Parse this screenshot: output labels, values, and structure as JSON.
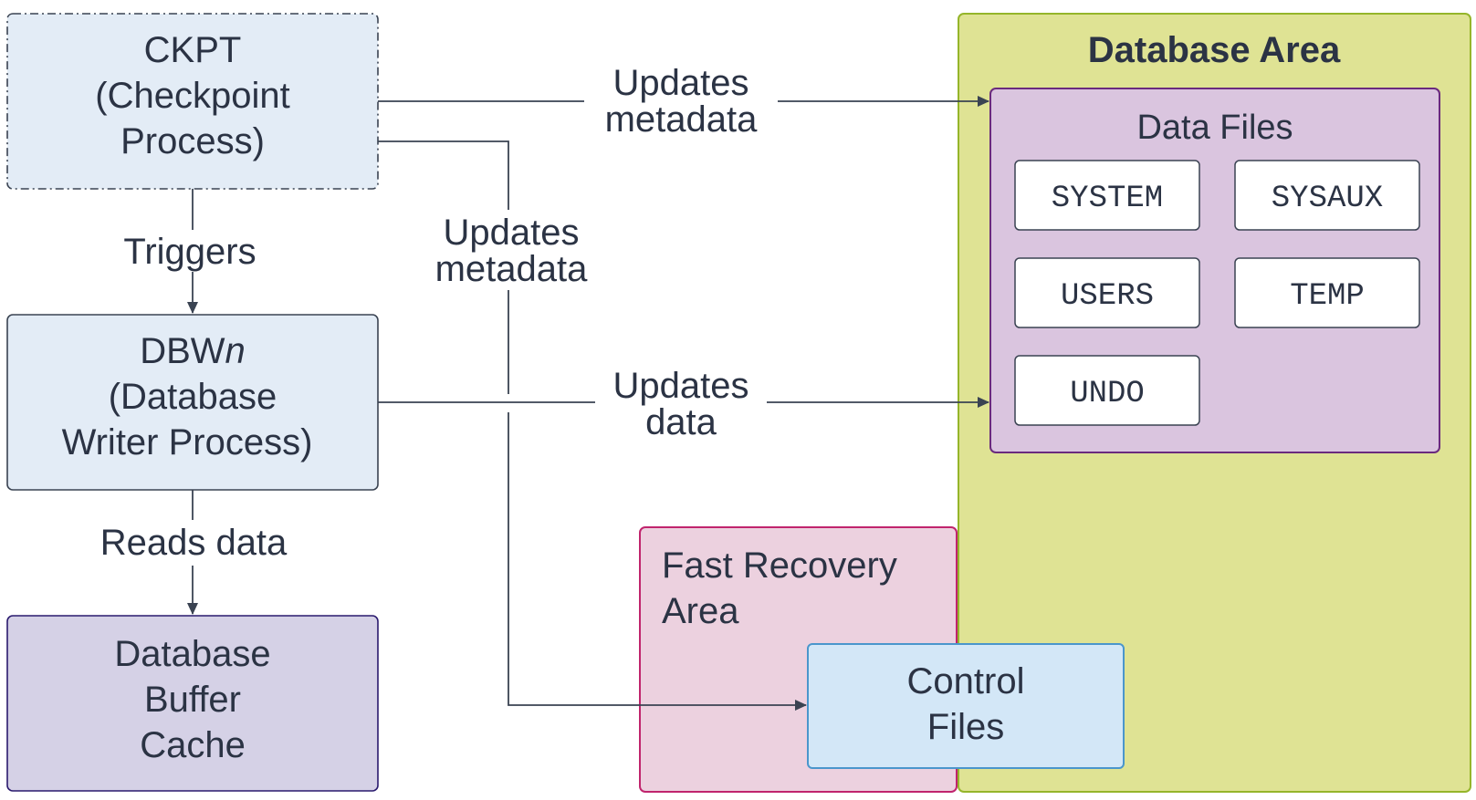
{
  "process_boxes": {
    "ckpt": [
      "CKPT",
      "(Checkpoint",
      "Process)"
    ],
    "dbwn_prefix": "DBW",
    "dbwn_italic": "n",
    "dbwn_rest": [
      "(Database",
      "Writer Process)"
    ],
    "buffer_cache": [
      "Database",
      "Buffer",
      "Cache"
    ]
  },
  "edge_labels": {
    "triggers": "Triggers",
    "reads_data": "Reads data",
    "updates_metadata_top": [
      "Updates",
      "metadata"
    ],
    "updates_metadata_mid": [
      "Updates",
      "metadata"
    ],
    "updates_data": [
      "Updates",
      "data"
    ]
  },
  "database_area": {
    "title": "Database Area",
    "data_files": {
      "title": "Data Files",
      "files": [
        "SYSTEM",
        "SYSAUX",
        "USERS",
        "TEMP",
        "UNDO"
      ]
    }
  },
  "fast_recovery_area": {
    "title": [
      "Fast Recovery",
      "Area"
    ]
  },
  "control_files": [
    "Control",
    "Files"
  ],
  "colors": {
    "process_fill": "#e3ecf6",
    "cache_fill": "#d5d1e6",
    "cache_border": "#2a1a6e",
    "database_area_fill": "#dfe394",
    "database_area_border": "#95b52a",
    "data_files_fill": "#dac5df",
    "data_files_border": "#6a2a7e",
    "fra_fill": "#ecd1df",
    "fra_border": "#c0246d",
    "control_fill": "#d3e7f7",
    "control_border": "#4a96cc",
    "line": "#3a4352"
  }
}
